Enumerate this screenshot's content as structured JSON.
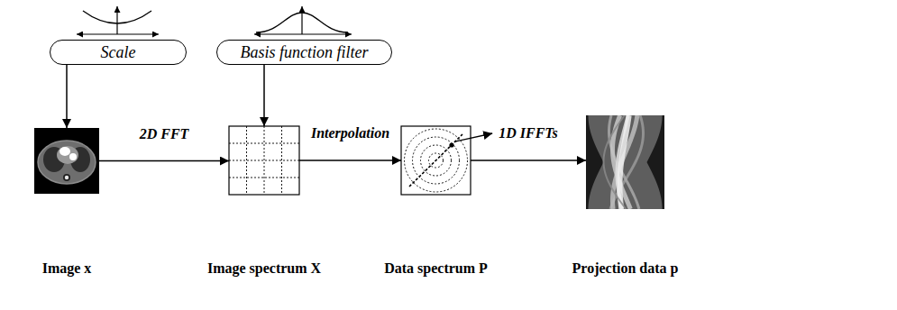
{
  "diagram": {
    "nodes": [
      {
        "text": [
          "Scale"
        ]
      },
      {
        "text": [
          "Basis function filter"
        ]
      },
      {
        "text": [
          "Image x"
        ]
      },
      {
        "text": [
          "Image spectrum X"
        ]
      },
      {
        "text": [
          "Data spectrum P"
        ]
      },
      {
        "text": [
          "Projection data p"
        ]
      }
    ],
    "edges": [
      {
        "from": 0,
        "to": 2,
        "arrow": "to"
      },
      {
        "from": 1,
        "to": 3,
        "arrow": "to"
      },
      {
        "from": 2,
        "to": 3,
        "label": "2D FFT",
        "arrow": "to"
      },
      {
        "from": 3,
        "to": 4,
        "label": "Interpolation",
        "arrow": "to"
      },
      {
        "from": 4,
        "to": 5,
        "label": "1D IFFTs",
        "arrow": "to"
      }
    ]
  }
}
